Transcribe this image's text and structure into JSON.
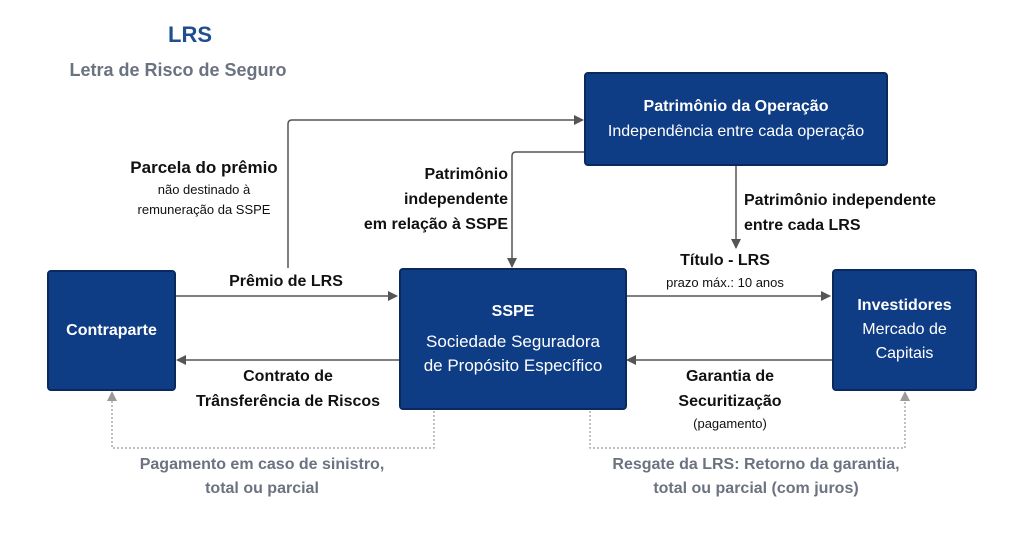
{
  "header": {
    "title": "LRS",
    "subtitle": "Letra de Risco de Seguro"
  },
  "nodes": {
    "patrimonio": {
      "title": "Patrimônio da Operação",
      "desc": "Independência entre cada operação"
    },
    "contraparte": {
      "title": "Contraparte"
    },
    "sspe": {
      "title": "SSPE",
      "desc_line1": "Sociedade Seguradora",
      "desc_line2": "de Propósito Específico"
    },
    "investidores": {
      "title": "Investidores",
      "desc_line1": "Mercado de",
      "desc_line2": "Capitais"
    }
  },
  "edges": {
    "parcela": {
      "title": "Parcela do prêmio",
      "line1": "não destinado à",
      "line2": "remuneração da SSPE"
    },
    "patrimonio_sspe": {
      "line1": "Patrimônio",
      "line2": "independente",
      "line3": "em relação à SSPE"
    },
    "patrimonio_lrs": {
      "line1": "Patrimônio independente",
      "line2": "entre cada LRS"
    },
    "titulo": {
      "title": "Título - LRS",
      "note": "prazo máx.: 10 anos"
    },
    "premio": {
      "label": "Prêmio de LRS"
    },
    "contrato": {
      "line1": "Contrato de",
      "line2": "Trânsferência de Riscos"
    },
    "garantia": {
      "line1": "Garantia de",
      "line2": "Securitização",
      "note": "(pagamento)"
    },
    "pagamento": {
      "line1": "Pagamento em caso de sinistro,",
      "line2": "total ou parcial"
    },
    "resgate": {
      "line1": "Resgate da LRS: Retorno da garantia,",
      "line2": "total ou parcial (com juros)"
    }
  },
  "colors": {
    "box_fill": "#0f3d85",
    "arrow": "#555555",
    "title_blue": "#1f4f8f",
    "muted_gray": "#6b7380"
  }
}
